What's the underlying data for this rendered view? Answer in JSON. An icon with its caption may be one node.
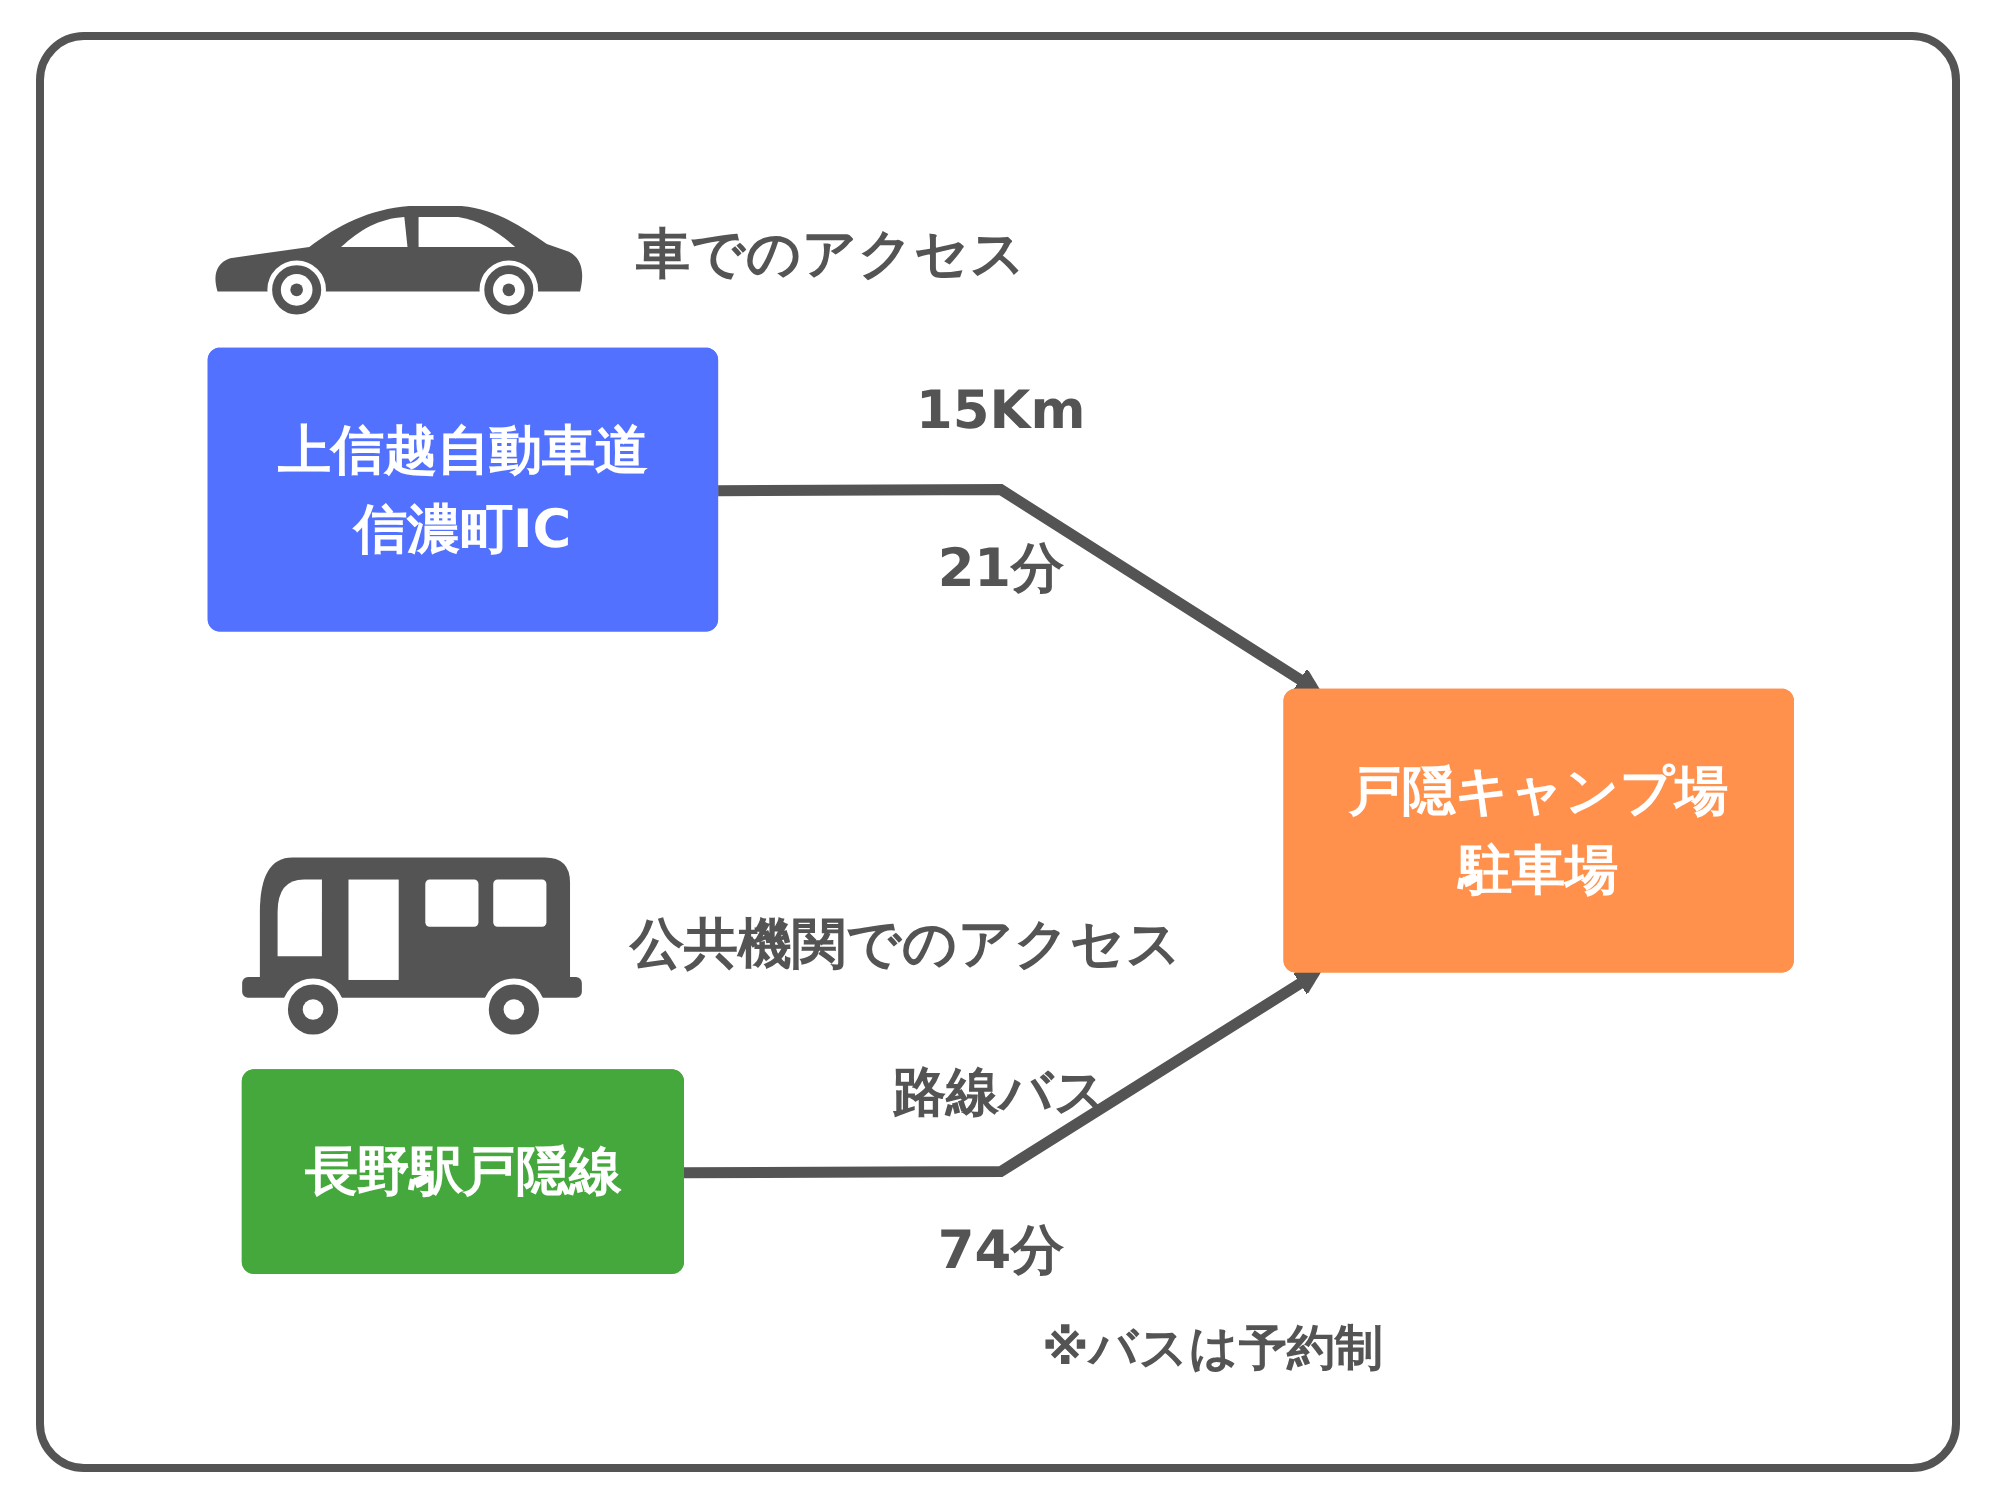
{
  "diagram": {
    "nodes": [
      {
        "text": [
          "上信越自動車道信濃町IC"
        ]
      },
      {
        "text": [
          "長野駅戸隠線"
        ]
      },
      {
        "text": [
          "戸隠キャンプ場駐車場"
        ]
      }
    ],
    "edges": [
      {
        "from": 0,
        "to": 2,
        "arrow": "to",
        "label": "15Km 21分"
      },
      {
        "from": 1,
        "to": 2,
        "arrow": "to",
        "label": "路線バス 74分"
      }
    ],
    "labels": [
      "車でのアクセス",
      "公共機関でのアクセス",
      "※バスは予約制"
    ]
  }
}
